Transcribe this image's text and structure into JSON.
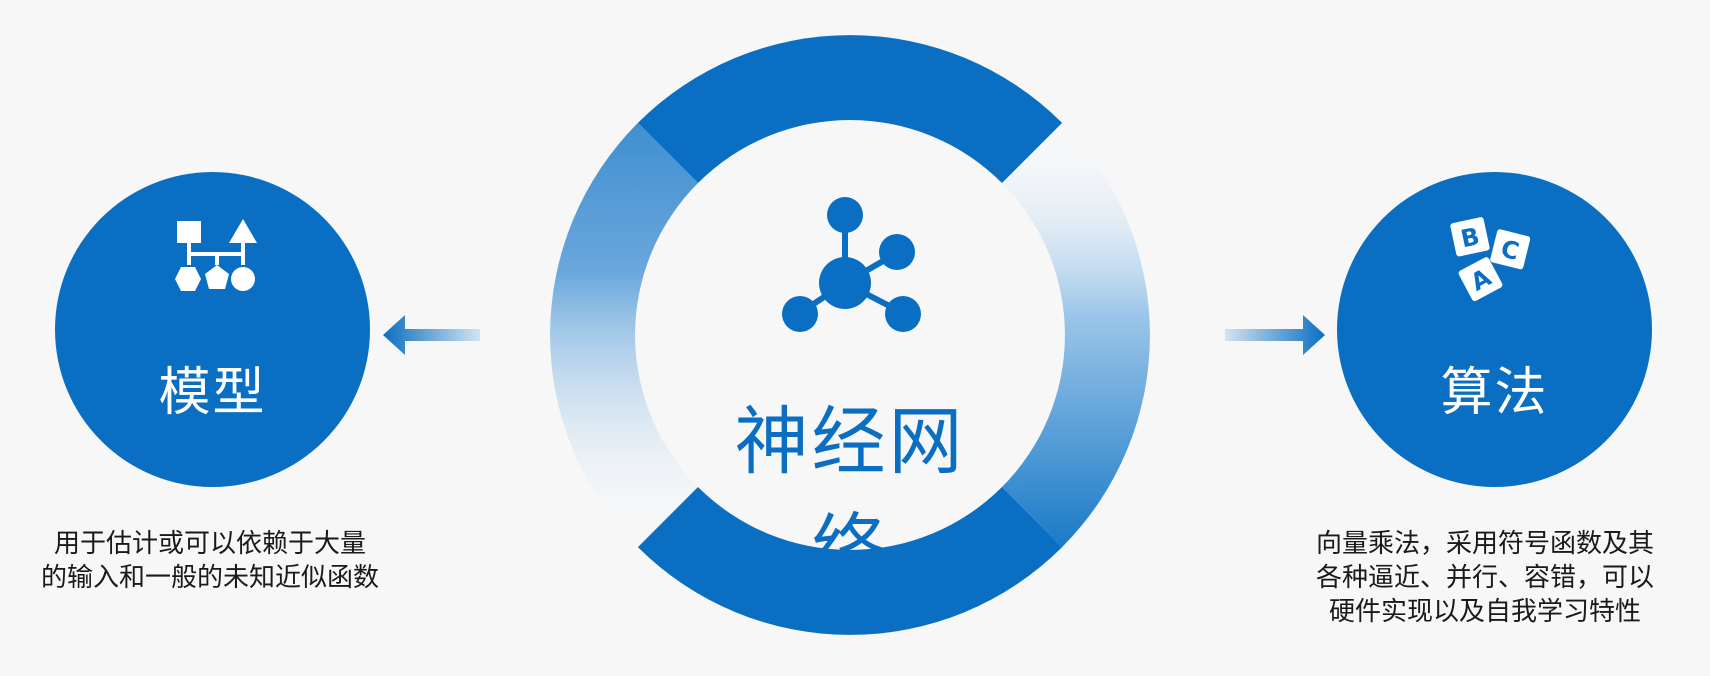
{
  "center": {
    "title": "神经网络",
    "icon": "molecule-network-icon",
    "accent": "#0a6fc2"
  },
  "left": {
    "title": "模型",
    "icon": "shapes-flowchart-icon",
    "description": [
      "用于估计或可以依赖于大量",
      "的输入和一般的未知近似函数"
    ],
    "arrow": "arrow-left-icon"
  },
  "right": {
    "title": "算法",
    "icon": "abc-blocks-icon",
    "description": [
      "向量乘法，采用符号函数及其",
      "各种逼近、并行、容错，可以",
      "硬件实现以及自我学习特性"
    ],
    "arrow": "arrow-right-icon"
  }
}
